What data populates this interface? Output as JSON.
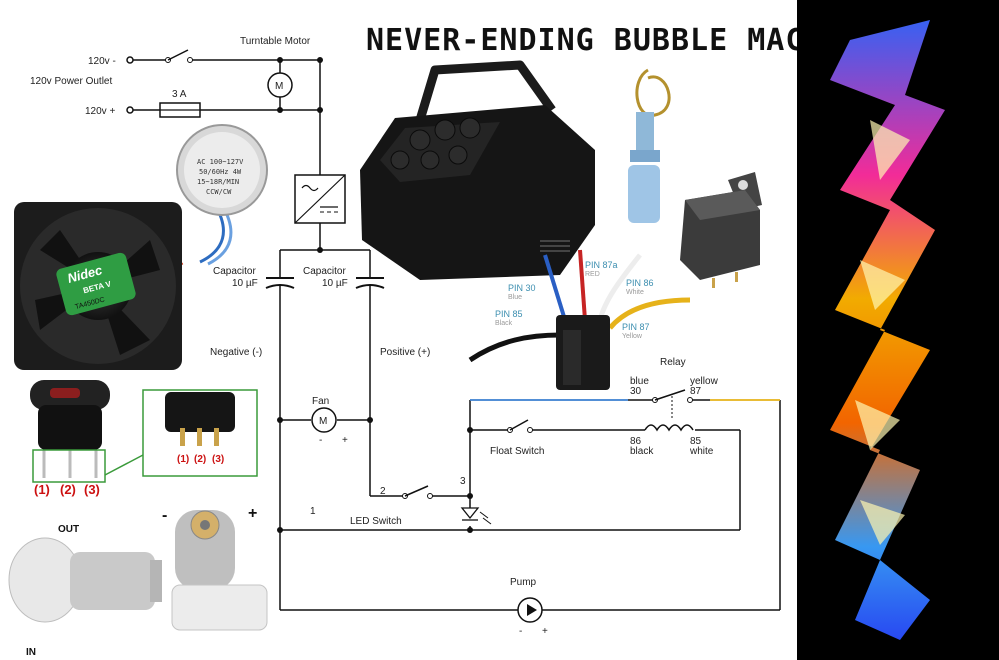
{
  "title": "NEVER-ENDING BUBBLE MACHINE",
  "power": {
    "neg": "120v -",
    "outlet": "120v Power Outlet",
    "pos": "120v +",
    "fuse": "3 A",
    "turntable": "Turntable Motor",
    "motor_symbol": "M"
  },
  "caps": [
    {
      "name": "Capacitor",
      "value": "10 µF"
    },
    {
      "name": "Capacitor",
      "value": "10 µF"
    }
  ],
  "rails": {
    "negative": "Negative (-)",
    "positive": "Positive (+)"
  },
  "fan": {
    "label": "Fan",
    "symbol": "M",
    "minus": "-",
    "plus": "+"
  },
  "pins": {
    "p30": "PIN 30",
    "p30_sub": "Blue",
    "p85": "PIN 85",
    "p85_sub": "Black",
    "p87a": "PIN 87a",
    "p87a_sub": "RED",
    "p86": "PIN 86",
    "p86_sub": "White",
    "p87": "PIN 87",
    "p87_sub": "Yellow"
  },
  "relay": {
    "label": "Relay",
    "blue": "blue",
    "n30": "30",
    "yellow": "yellow",
    "n87": "87",
    "n86": "86",
    "black": "black",
    "n85": "85",
    "white": "white"
  },
  "float_switch": "Float Switch",
  "led_switch": {
    "label": "LED Switch",
    "n1": "1",
    "n2": "2",
    "n3": "3"
  },
  "pump": {
    "label": "Pump",
    "minus": "-",
    "plus": "+"
  },
  "switch_pins": {
    "p1": "(1)",
    "p2": "(2)",
    "p3": "(3)"
  },
  "pump_photo": {
    "out": "OUT",
    "in": "IN",
    "minus": "-",
    "plus": "+"
  },
  "motor_label": [
    "AC 100~127V",
    "50/60Hz 4W",
    "15~18R/MIN",
    "CCW/CW"
  ],
  "fan_brand": {
    "brand": "Nidec",
    "model": "BETA V",
    "part": "TA450DC"
  },
  "colors": {
    "wire": "#111111",
    "blue_wire": "#3a7fd0",
    "yellow_wire": "#e6b21a",
    "switch_red": "#cc1111",
    "panel": "#000000"
  }
}
